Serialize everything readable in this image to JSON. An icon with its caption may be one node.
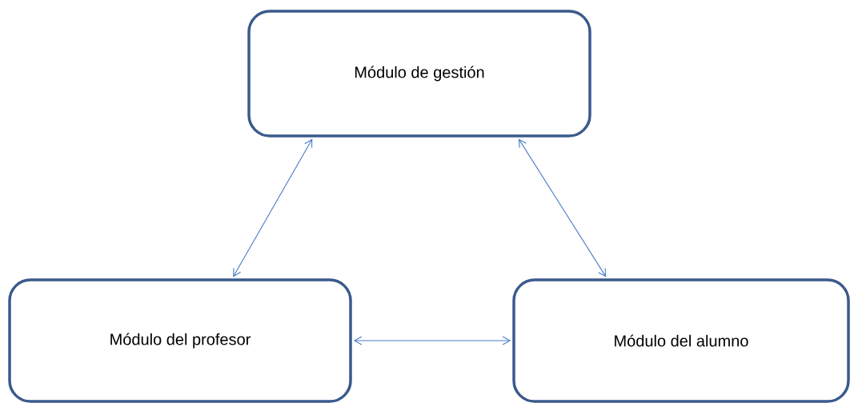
{
  "diagram": {
    "nodes": [
      {
        "text": [
          "Módulo de gestión"
        ]
      },
      {
        "text": [
          "Módulo del profesor"
        ]
      },
      {
        "text": [
          "Módulo del alumno"
        ]
      }
    ],
    "edges": [
      {
        "from": 0,
        "to": 1,
        "arrow": "both"
      },
      {
        "from": 0,
        "to": 2,
        "arrow": "both"
      },
      {
        "from": 1,
        "to": 2,
        "arrow": "both"
      }
    ]
  }
}
